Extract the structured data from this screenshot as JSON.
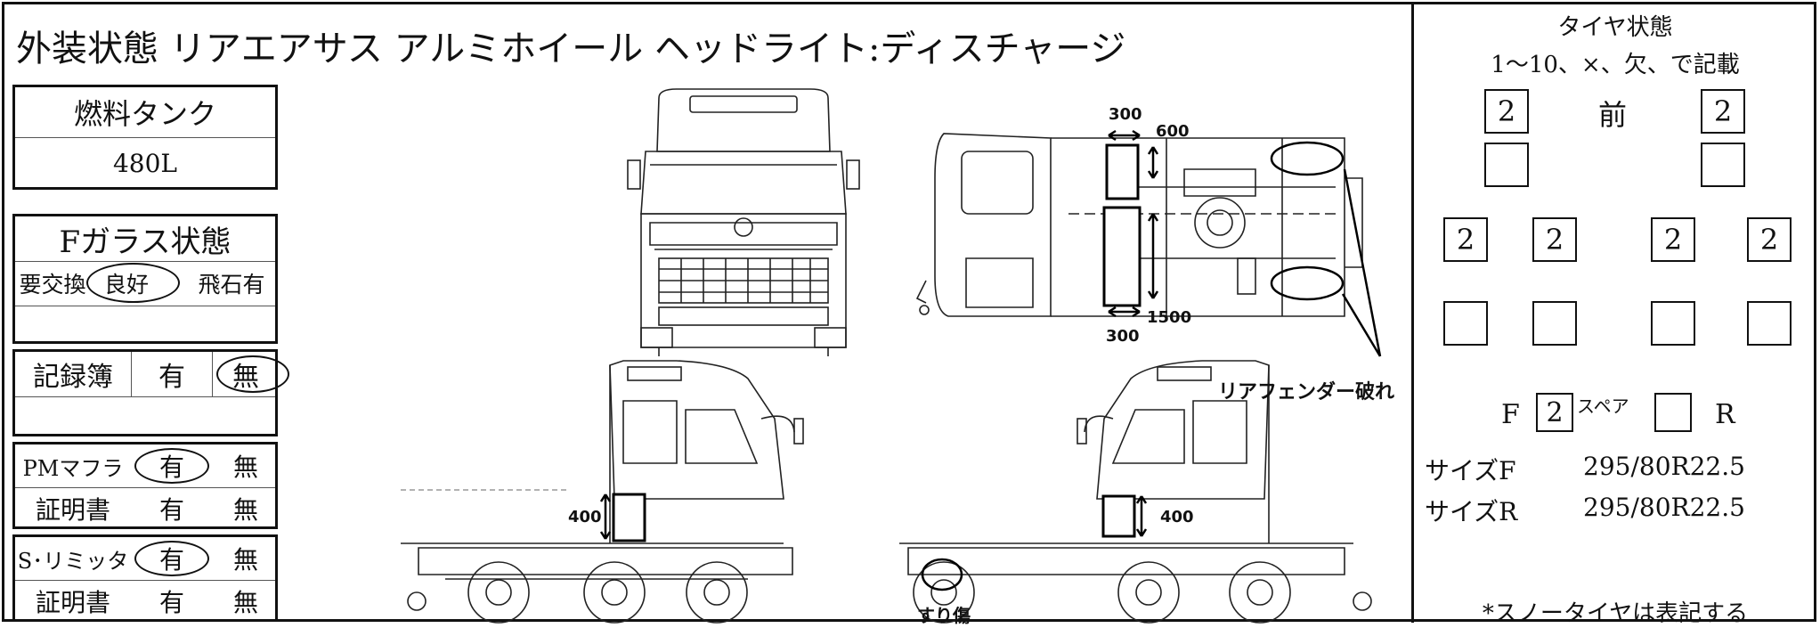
{
  "header": {
    "title": "外装状態 リアエアサス アルミホイール ヘッドライト:ディスチャージ"
  },
  "fuel_tank": {
    "label": "燃料タンク",
    "value": "480L"
  },
  "f_glass": {
    "label": "Fガラス状態",
    "opt1": "要交換",
    "opt2": "良好",
    "opt3": "飛石有",
    "selected": "良好"
  },
  "record_book": {
    "label": "記録簿",
    "yes": "有",
    "no": "無",
    "selected": "無"
  },
  "pm_muffler": {
    "label": "PMマフラ",
    "yes": "有",
    "no": "無",
    "selected": "有",
    "cert_label": "証明書",
    "cert_yes": "有",
    "cert_no": "無"
  },
  "s_limiter": {
    "label": "S･リミッタ",
    "yes": "有",
    "no": "無",
    "selected": "有",
    "cert_label": "証明書",
    "cert_yes": "有",
    "cert_no": "無"
  },
  "diagram": {
    "dim_300_top": "300",
    "dim_600": "600",
    "dim_1500": "1500",
    "dim_300_bottom": "300",
    "dim_400_left": "400",
    "dim_400_right": "400",
    "note_rear_fender": "リアフェンダー破れ",
    "note_scratch": "すり傷"
  },
  "tire": {
    "title": "タイヤ状態",
    "subtitle": "1～10、×、欠、で記載",
    "front_label": "前",
    "front_left": "2",
    "front_right": "2",
    "row2": [
      "",
      ""
    ],
    "row3": [
      "2",
      "2",
      "2",
      "2"
    ],
    "row4": [
      "",
      "",
      "",
      ""
    ],
    "spare_f_label": "F",
    "spare_f_value": "2",
    "spare_label": "スペア",
    "spare_r_value": "",
    "spare_r_label": "R",
    "size_f_label": "サイズF",
    "size_f_value": "295/80R22.5",
    "size_r_label": "サイズR",
    "size_r_value": "295/80R22.5",
    "snow_note": "*スノータイヤは表記する"
  }
}
